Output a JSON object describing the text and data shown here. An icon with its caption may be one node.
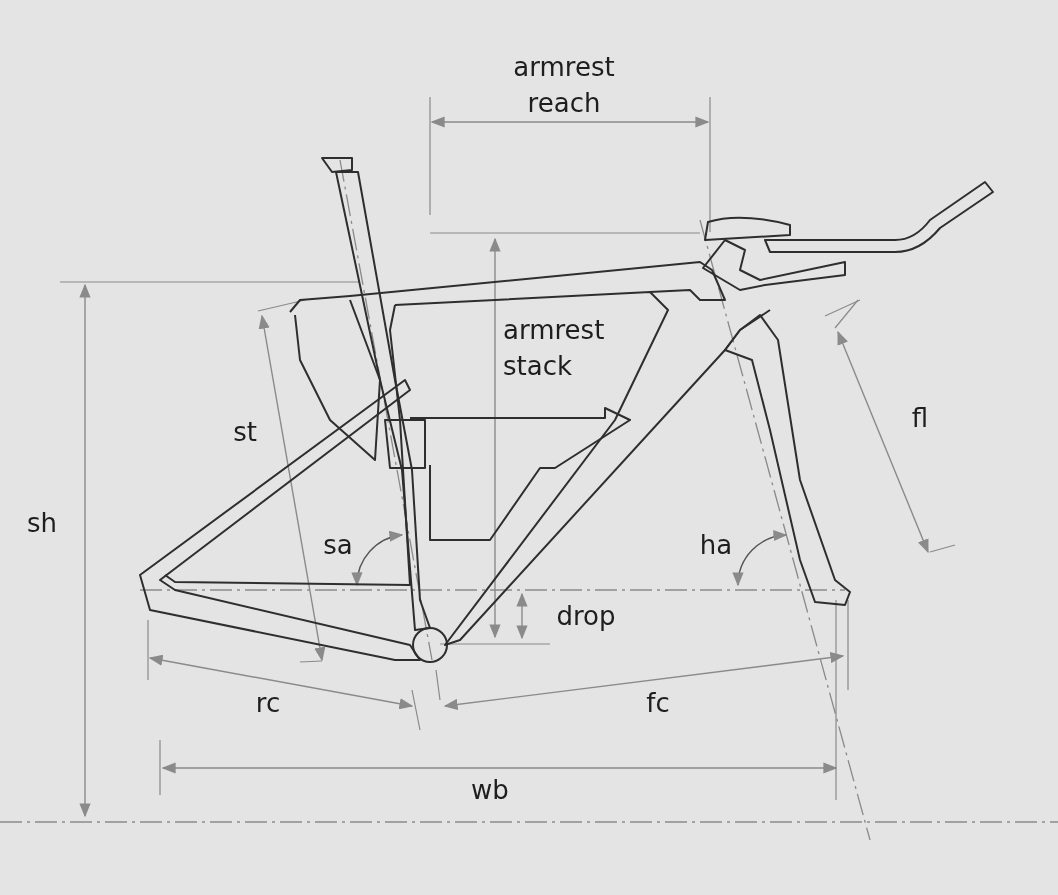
{
  "diagram": {
    "labels": [
      "armrest reach",
      "armrest stack",
      "fl",
      "st",
      "sh",
      "sa",
      "ha",
      "drop",
      "rc",
      "fc",
      "wb"
    ]
  }
}
